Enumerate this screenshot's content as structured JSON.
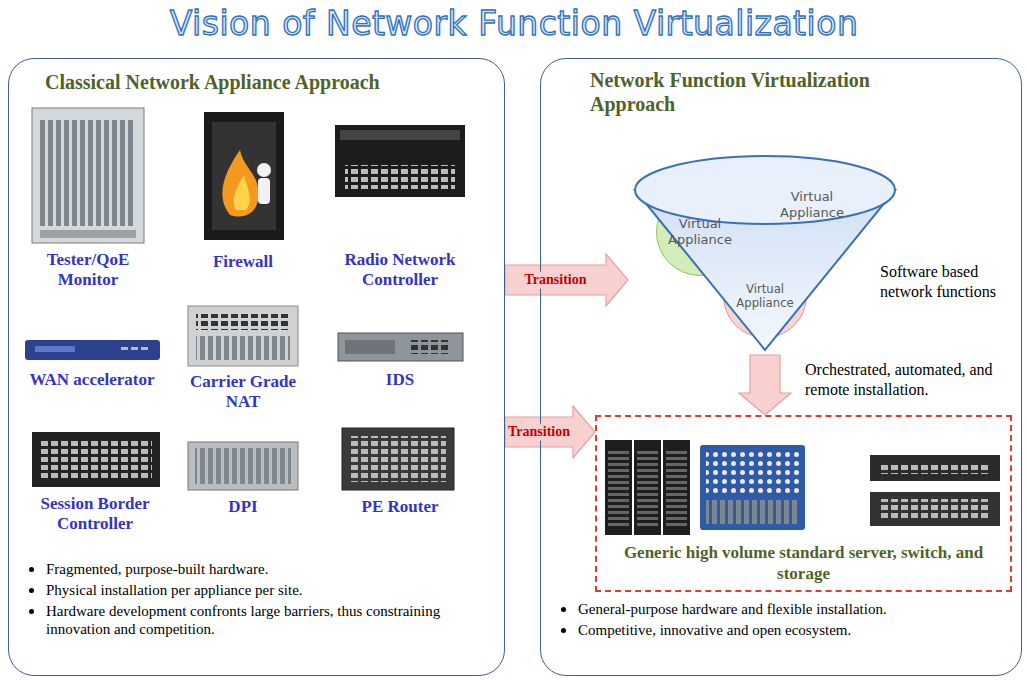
{
  "diagram": {
    "title": "Vision of Network Function Virtualization",
    "nodes": [
      {
        "text": [
          "Classical Network Appliance Approach",
          "Fragmented, purpose-built hardware.",
          "Physical installation per appliance per site.",
          "Hardware development confronts large barriers, thus constraining innovation and competition."
        ]
      },
      {
        "text": [
          "Network Function Virtualization Approach",
          "General-purpose hardware and flexible installation.",
          "Competitive, innovative and open ecosystem."
        ]
      },
      {
        "text": [
          "Software based network functions"
        ],
        "in": 1
      },
      {
        "text": [
          "Virtual Appliance"
        ],
        "in": 2
      },
      {
        "text": [
          "Virtual Appliance"
        ],
        "in": 2
      },
      {
        "text": [
          "Virtual Appliance"
        ],
        "in": 2
      },
      {
        "text": [
          "Generic high volume standard server, switch, and storage"
        ],
        "in": 1
      }
    ],
    "edges": [
      {
        "from": 0,
        "to": 2,
        "label": "Transition",
        "arrow": "to"
      },
      {
        "from": 0,
        "to": 6,
        "label": "Transition",
        "arrow": "to"
      },
      {
        "from": 2,
        "to": 6,
        "label": "Orchestrated, automated, and remote installation.",
        "arrow": "to"
      }
    ],
    "labels": [
      "Tester/QoE Monitor",
      "Firewall",
      "Radio Network Controller",
      "WAN accelerator",
      "Carrier Grade NAT",
      "IDS",
      "Session Border Controller",
      "DPI",
      "PE Router"
    ]
  }
}
